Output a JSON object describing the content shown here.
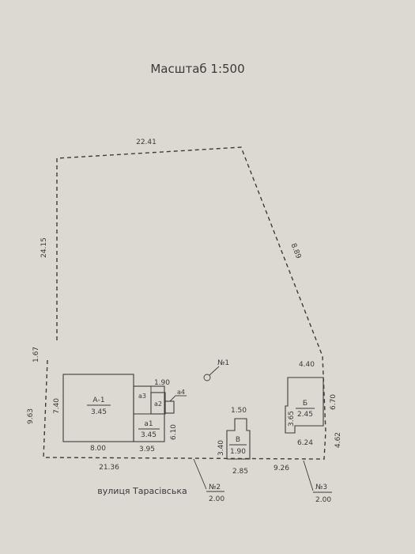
{
  "scale_title": "Масштаб 1:500",
  "street": "вулиця Тарасівська",
  "boundary": {
    "top": "22.41",
    "left_upper": "24.15",
    "left_mid": "1.67",
    "left_lower": "9.63",
    "right_diag": "8.89",
    "bottom_left": "21.36",
    "bottom_mid": "2.85",
    "bottom_right": "9.26",
    "right_lower": "4.62"
  },
  "point1": "№1",
  "point2": {
    "num": "№2",
    "val": "2.00"
  },
  "point3": {
    "num": "№3",
    "val": "2.00"
  },
  "building_A": {
    "label": "А-1",
    "height": "3.45",
    "width": "8.00",
    "depth": "7.40",
    "a1": "а1",
    "a1_h": "3.45",
    "a1_w": "3.95",
    "a1_d": "6.10",
    "a2": "а2",
    "a3": "а3",
    "a4": "а4",
    "top_small": "1.90"
  },
  "building_B": {
    "label": "Б",
    "height": "2.45",
    "top": "4.40",
    "right": "6.70",
    "left": "3.65",
    "bottom": "6.24"
  },
  "building_V": {
    "label": "В",
    "height": "1.90",
    "top": "1.50",
    "side": "3.40"
  }
}
